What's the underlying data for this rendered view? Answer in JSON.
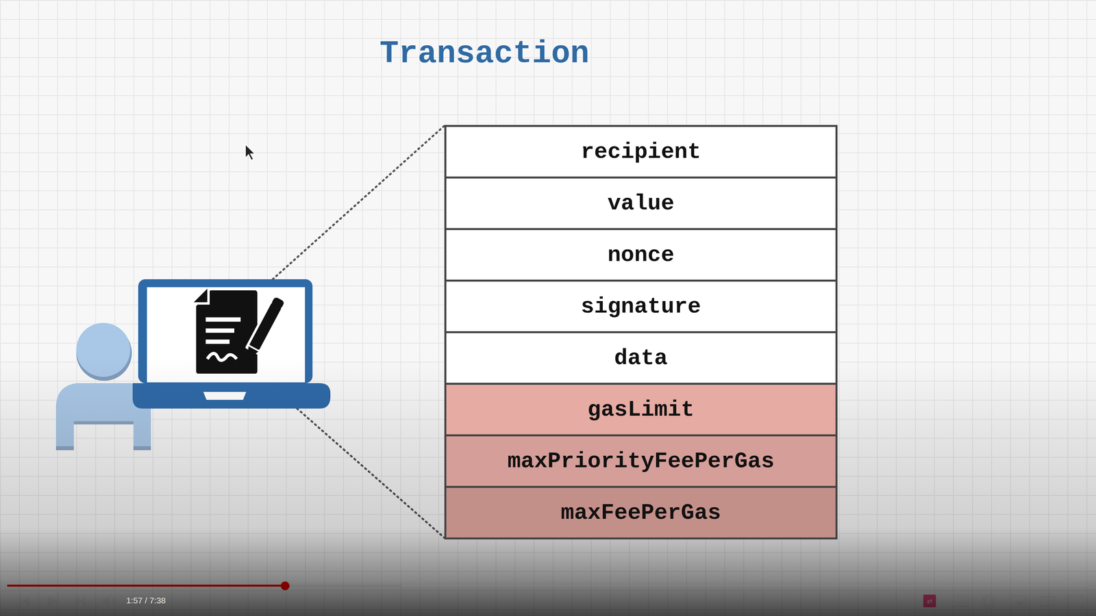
{
  "diagram": {
    "title": "Transaction",
    "nodes": [
      {
        "text": [
          "recipient"
        ]
      },
      {
        "text": [
          "value"
        ]
      },
      {
        "text": [
          "nonce"
        ]
      },
      {
        "text": [
          "signature"
        ]
      },
      {
        "text": [
          "data"
        ]
      },
      {
        "text": [
          "gasLimit"
        ]
      },
      {
        "text": [
          "maxPriorityFeePerGas"
        ]
      },
      {
        "text": [
          "maxFeePerGas"
        ]
      }
    ],
    "labels": [
      "1:57 / 7:38"
    ]
  }
}
